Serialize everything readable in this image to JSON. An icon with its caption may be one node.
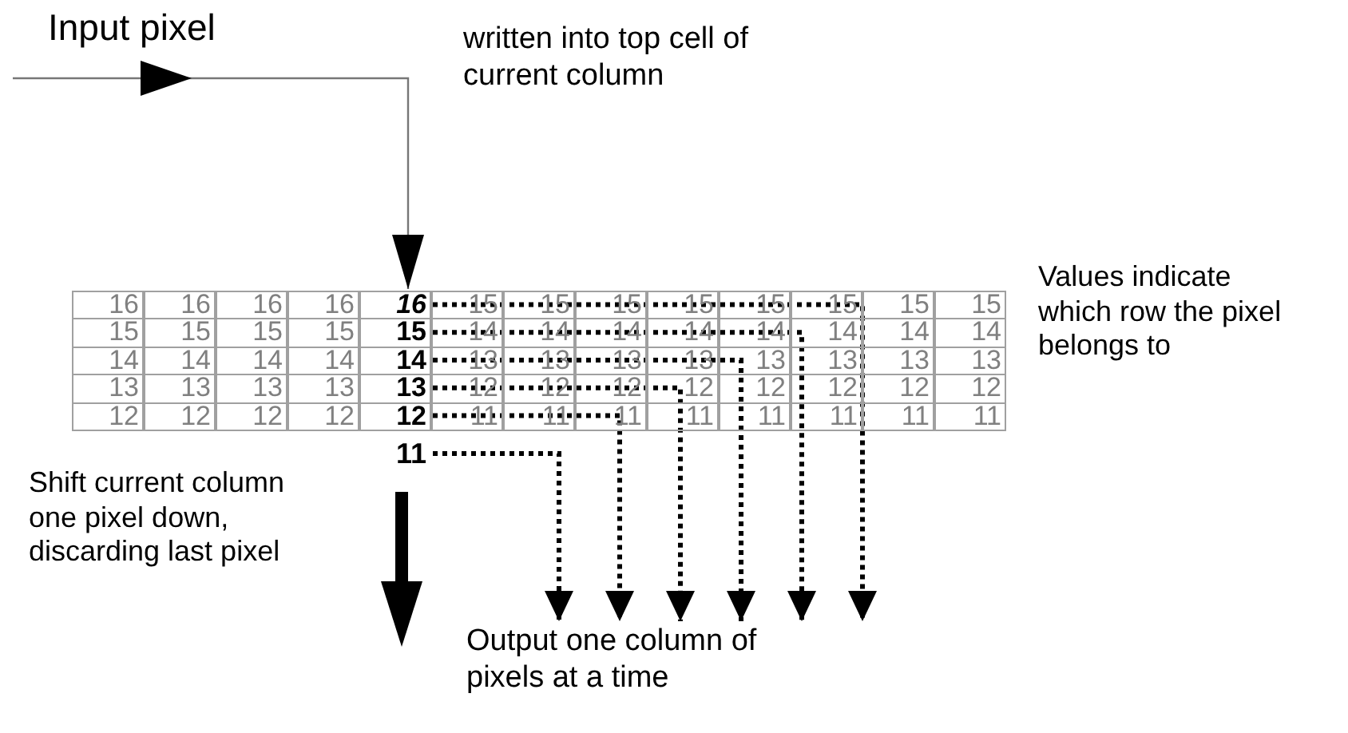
{
  "diagram": {
    "nodes": [
      {
        "text": [
          "16"
        ]
      },
      {
        "text": [
          "15"
        ]
      },
      {
        "text": [
          "14"
        ]
      },
      {
        "text": [
          "13"
        ]
      },
      {
        "text": [
          "12"
        ]
      },
      {
        "text": [
          "11"
        ]
      },
      {
        "text": [
          "Output one column of pixels at a time"
        ]
      }
    ],
    "edges": [
      {
        "from": null,
        "to": 0,
        "arrow": "to",
        "label": "Input pixel",
        "color": "#777777"
      },
      {
        "from": 0,
        "to": 6,
        "arrow": "to",
        "style": "dashed"
      },
      {
        "from": 1,
        "to": 6,
        "arrow": "to",
        "style": "dashed"
      },
      {
        "from": 2,
        "to": 6,
        "arrow": "to",
        "style": "dashed"
      },
      {
        "from": 3,
        "to": 6,
        "arrow": "to",
        "style": "dashed"
      },
      {
        "from": 4,
        "to": 6,
        "arrow": "to",
        "style": "dashed"
      },
      {
        "from": 5,
        "to": 6,
        "arrow": "to",
        "style": "dashed"
      }
    ],
    "labels": [
      "written into top cell of current column",
      "16",
      "16",
      "16",
      "16",
      "15",
      "15",
      "15",
      "15",
      "15",
      "15",
      "15",
      "15",
      "15",
      "15",
      "15",
      "15",
      "14",
      "14",
      "14",
      "14",
      "14",
      "14",
      "14",
      "14",
      "14",
      "14",
      "14",
      "14",
      "13",
      "13",
      "13",
      "13",
      "13",
      "13",
      "13",
      "13",
      "13",
      "13",
      "13",
      "13",
      "12",
      "12",
      "12",
      "12",
      "12",
      "12",
      "12",
      "12",
      "12",
      "12",
      "12",
      "12",
      "11",
      "11",
      "11",
      "11",
      "11",
      "11",
      "11",
      "11",
      "Values indicate which row the pixel belongs to",
      "Shift current column one pixel down, discarding last pixel"
    ]
  }
}
